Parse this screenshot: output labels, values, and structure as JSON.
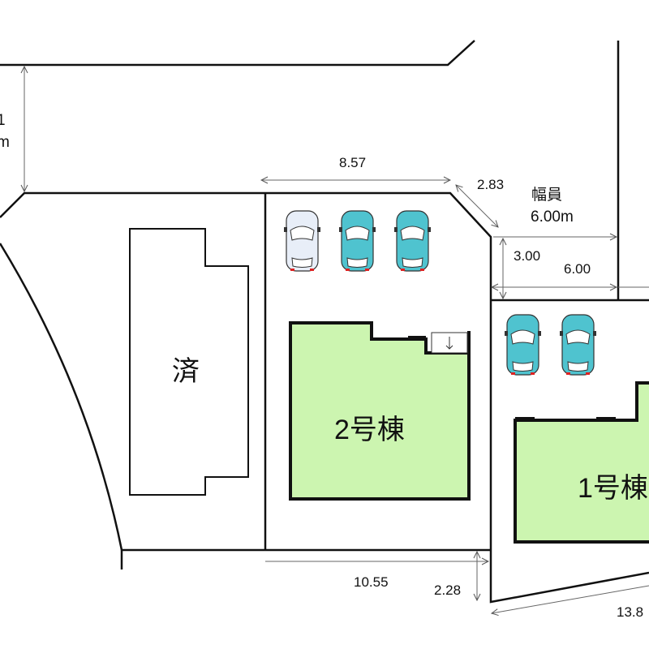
{
  "colors": {
    "building_fill": "#ccf5b0",
    "car_teal": "#4fc3cf",
    "car_white": "#e8eef8",
    "line": "#111111"
  },
  "buildings": {
    "existing": "済",
    "lot2": "2号棟",
    "lot1": "1号棟"
  },
  "road_left": {
    "line1": "1",
    "line2": "m"
  },
  "road_right": {
    "line1": "幅員",
    "line2": "6.00m"
  },
  "dimensions": {
    "top": "8.57",
    "corner": "2.83",
    "depth": "3.00",
    "width": "6.00",
    "bottom": "10.55",
    "offset": "2.28",
    "lot1_bottom": "13.8"
  },
  "cars": [
    {
      "type": "white"
    },
    {
      "type": "teal"
    },
    {
      "type": "teal"
    },
    {
      "type": "teal"
    },
    {
      "type": "teal"
    }
  ]
}
